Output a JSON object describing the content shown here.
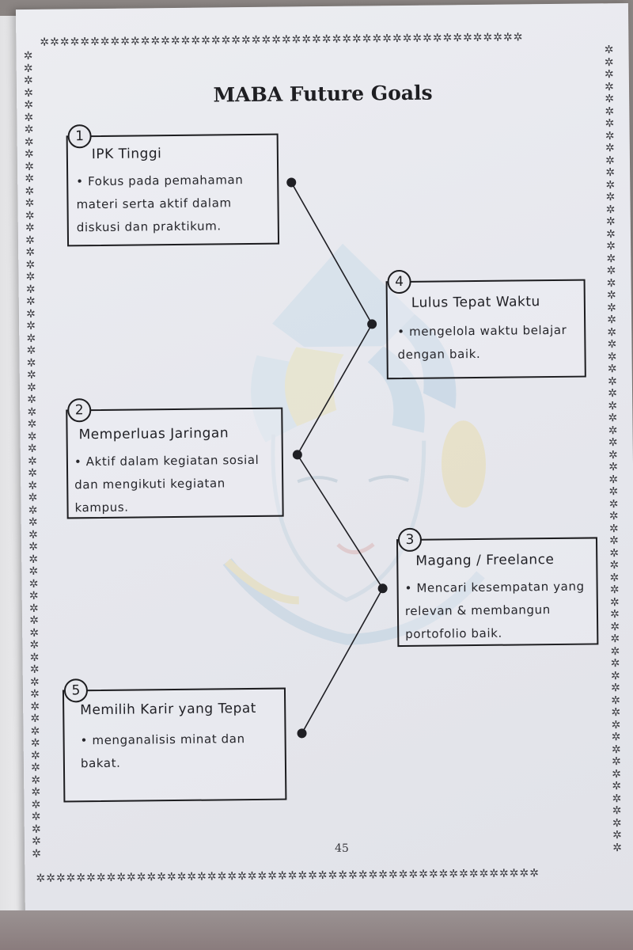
{
  "page": {
    "title": "MABA Future Goals",
    "page_number": "45",
    "border_glyph": "✲",
    "colors": {
      "paper": "#e7e8ee",
      "ink": "#1d1d20",
      "watermark_blue": "#9cc4dc",
      "watermark_yellow": "#e8dc8a",
      "watermark_red": "#e4a8a4"
    }
  },
  "goals": [
    {
      "number": "1",
      "title": "IPK Tinggi",
      "text": "• Fokus pada pemahaman materi serta aktif dalam diskusi dan praktikum."
    },
    {
      "number": "4",
      "title": "Lulus Tepat Waktu",
      "text": "• mengelola waktu belajar dengan baik."
    },
    {
      "number": "2",
      "title": "Memperluas Jaringan",
      "text": "• Aktif dalam kegiatan sosial dan mengikuti kegiatan kampus."
    },
    {
      "number": "3",
      "title": "Magang / Freelance",
      "text": "• Mencari kesempatan yang relevan & membangun portofolio baik."
    },
    {
      "number": "5",
      "title": "Memilih Karir yang Tepat",
      "text": "• menganalisis minat dan bakat."
    }
  ]
}
